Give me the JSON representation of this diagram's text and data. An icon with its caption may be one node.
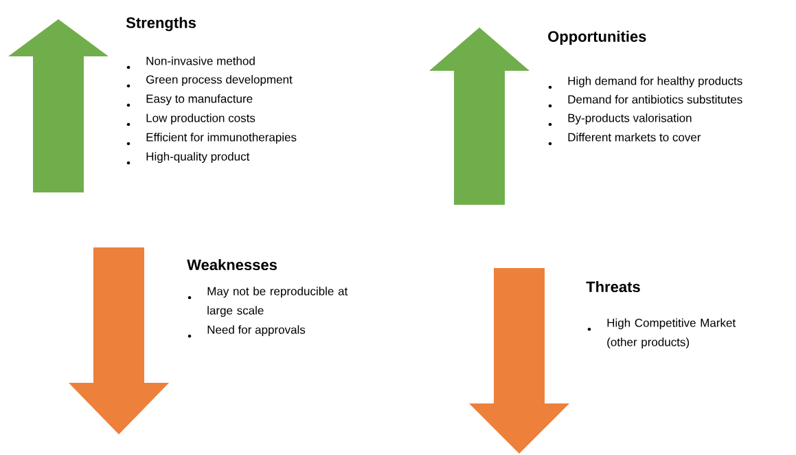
{
  "diagram": {
    "labels": [
      "Strengths",
      "Non-invasive method",
      "Green process development",
      "Easy to manufacture",
      "Low production costs",
      "Efficient for immunotherapies",
      "High-quality product",
      "Opportunities",
      "High demand for healthy products",
      "Demand for antibiotics substitutes",
      "By-products valorisation",
      "Different markets to cover",
      "Weaknesses",
      "May not be reproducible at large scale",
      "Need for approvals",
      "Threats",
      "High Competitive Market (other products)"
    ]
  }
}
